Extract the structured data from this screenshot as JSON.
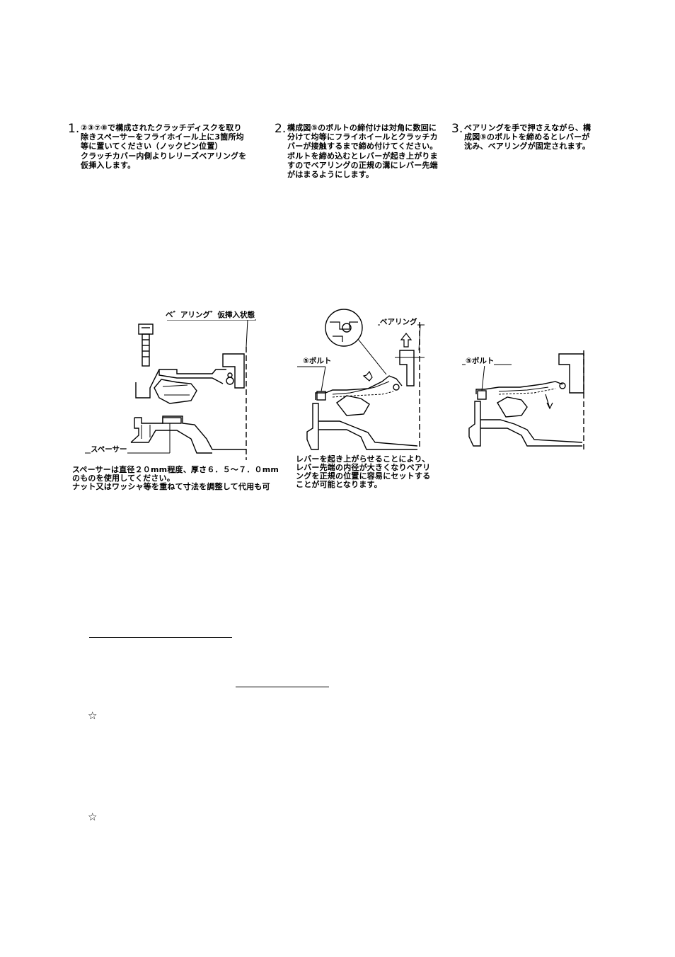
{
  "steps": [
    {
      "number": "1.",
      "text": "②③⑦⑧で構成されたクラッチディスクを取り\n除きスペーサーをフライホイール上に3箇所均\n等に置いてください（ノックピン位置）\nクラッチカバー内側よりレリーズベアリングを\n仮挿入します。"
    },
    {
      "number": "2.",
      "text": "構成図⑤のボルトの締付けは対角に数回に\n分けて均等にフライホイールとクラッチカ\nバーが接触するまで締め付けてください。\nボルトを締め込むとレバーが起き上がりま\nすのでベアリングの正規の溝にレバー先端\nがはまるようにします。"
    },
    {
      "number": "3.",
      "text": "ベアリングを手で押さえながら、構\n成図⑤のボルトを締めるとレバーが\n沈み、ベアリングが固定されます。"
    }
  ],
  "figures": {
    "fig1": {
      "bearing_label": "ベ゛アリング゛仮挿入状態",
      "spacer_label": "スペーサー",
      "caption": "スペーサーは直径２０mm程度、厚さ６．５～７．０mm\nのものを使用してください。\nナット又はワッシャ等を重ねて寸法を調整して代用も可"
    },
    "fig2": {
      "bearing_label": "ベアリング",
      "bolt_label": "⑤ボルト",
      "caption": "レバーを起き上がらせることにより、\nレバー先端の内径が大きくなりベアリ\nングを正規の位置に容易にセットする\nことが可能となります。"
    },
    "fig3": {
      "bolt_label": "⑤ボルト"
    }
  },
  "notes": {
    "star_1": "☆",
    "star_2": "☆"
  }
}
